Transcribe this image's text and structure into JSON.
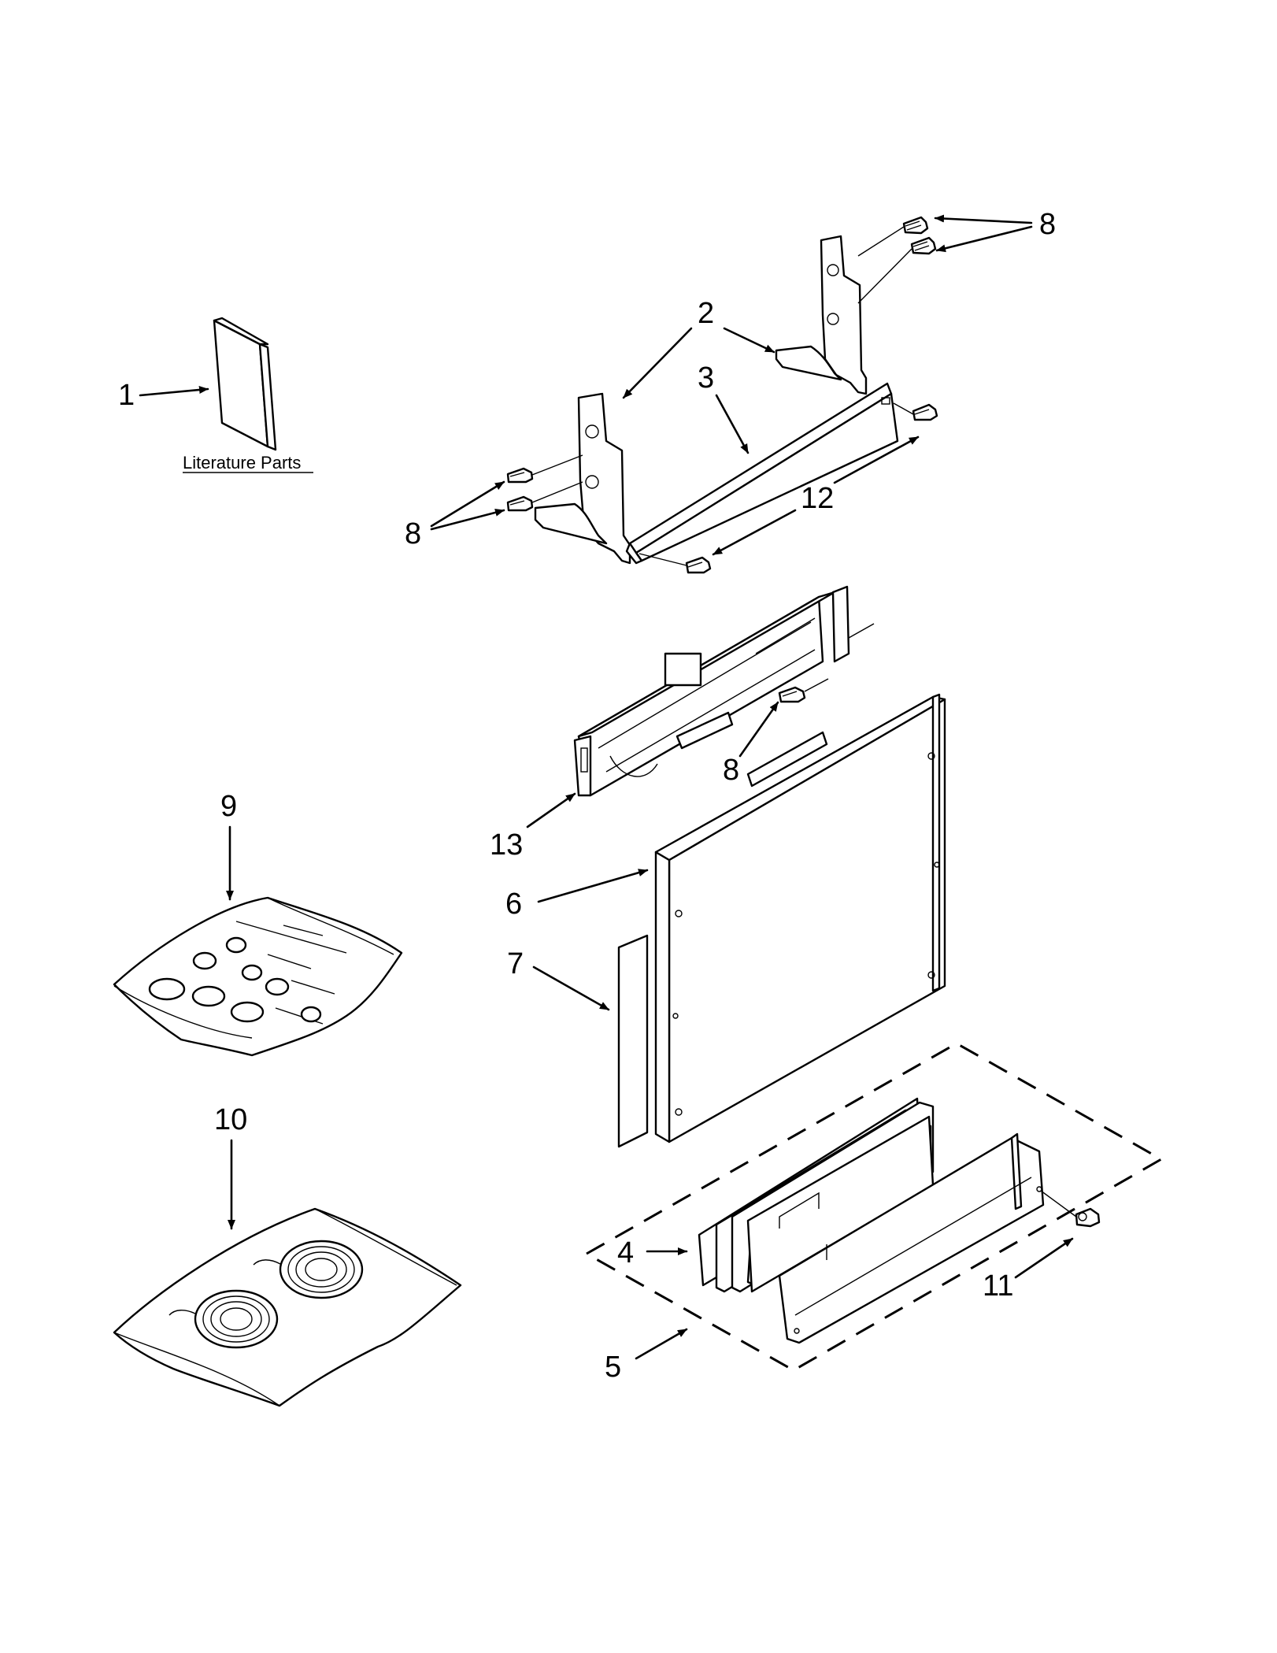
{
  "callouts": {
    "c1": "1",
    "c2": "2",
    "c3": "3",
    "c4": "4",
    "c5": "5",
    "c6": "6",
    "c7": "7",
    "c8a": "8",
    "c8b": "8",
    "c8c": "8",
    "c9": "9",
    "c10": "10",
    "c11": "11",
    "c12": "12",
    "c13": "13"
  },
  "literature_label": "Literature Parts"
}
